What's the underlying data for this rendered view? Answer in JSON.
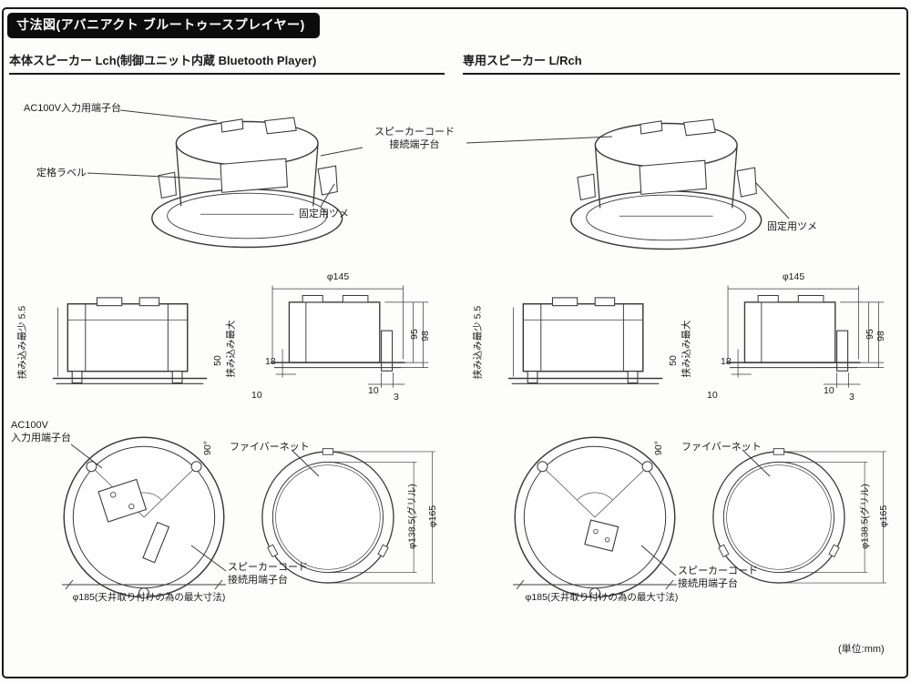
{
  "header": {
    "title": "寸法図(アバニアクト ブルートゥースプレイヤー)"
  },
  "sections": {
    "left": {
      "title": "本体スピーカー Lch(制御ユニット内蔵 Bluetooth Player)"
    },
    "right": {
      "title": "専用スピーカー L/Rch"
    }
  },
  "labels": {
    "ac_terminal": "AC100V入力用端子台",
    "rating_label": "定格ラベル",
    "cord_terminal": "スピーカーコード\n接続端子台",
    "fixing_claw": "固定用ツメ",
    "ac_terminal_bottom": "AC100V\n入力用端子台",
    "fiber_net": "ファイバーネット",
    "cord_terminal_bottom": "スピーカーコード\n接続用端子台"
  },
  "dims": {
    "clamp_min": "挟み込み最少 5.5",
    "fifty": "50",
    "clamp_max": "挟み込み最大",
    "eighteen": "18",
    "ten": "10",
    "phi145": "φ145",
    "ninety_five": "95",
    "ninety_eight": "98",
    "three": "3",
    "angle_90": "90°",
    "phi185": "φ185(天井取り付けの為の最大寸法)",
    "phi138_5": "φ138.5(グリル)",
    "phi165": "φ165"
  },
  "footer": {
    "unit_note": "(単位:mm)"
  }
}
